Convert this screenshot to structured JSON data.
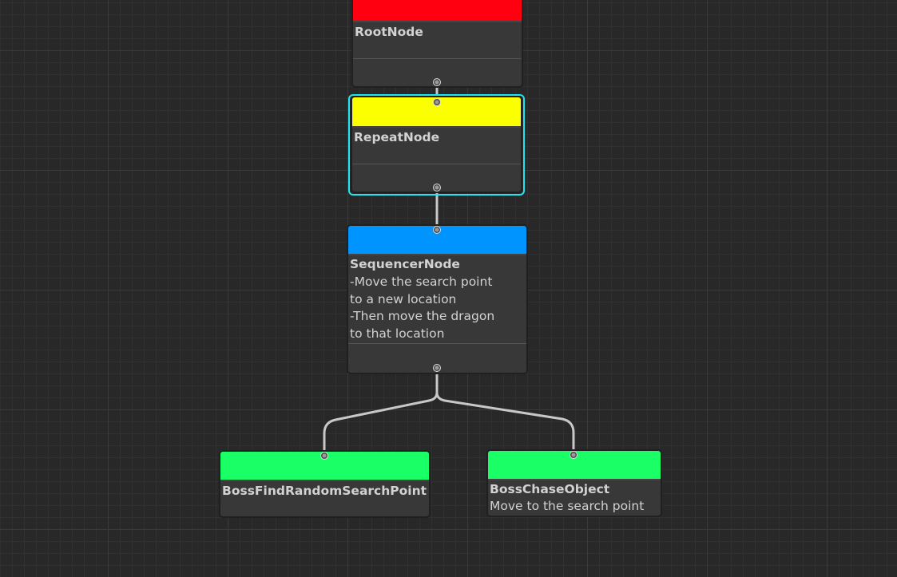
{
  "nodes": [
    {
      "id": "root",
      "title": "RootNode",
      "header_color": "#ff0011"
    },
    {
      "id": "repeat",
      "title": "RepeatNode",
      "header_color": "#fbff00",
      "selected": true
    },
    {
      "id": "sequencer",
      "title": "SequencerNode",
      "description": "-Move the search point\nto a new location\n-Then move the dragon\nto that location",
      "header_color": "#0094ff"
    },
    {
      "id": "find",
      "title": "BossFindRandomSearchPoint",
      "header_color": "#1aff66"
    },
    {
      "id": "chase",
      "title": "BossChaseObject",
      "description": "Move to the search point",
      "header_color": "#1aff66"
    }
  ],
  "selection_color": "#1ee6f0"
}
